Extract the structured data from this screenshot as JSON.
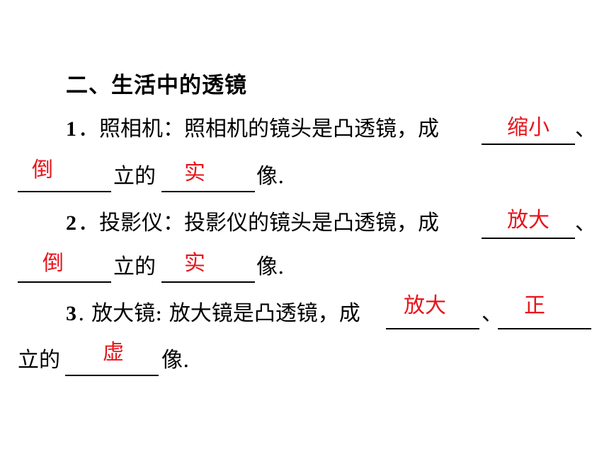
{
  "section_title": "二、生活中的透镜",
  "items": [
    {
      "number": "1",
      "line1": "．照相机：照相机的镜头是凸透镜，成",
      "sep": "、",
      "mid": "立的",
      "end": "像.",
      "answers": [
        "缩小",
        "倒",
        "实"
      ]
    },
    {
      "number": "2",
      "line1": "．投影仪：投影仪的镜头是凸透镜，成",
      "sep": "、",
      "mid": "立的",
      "end": "像.",
      "answers": [
        "放大",
        "倒",
        "实"
      ]
    },
    {
      "number": "3",
      "line1": ". 放大镜: 放大镜是凸透镜，成",
      "sep": "、",
      "mid": "立的",
      "end": "像.",
      "answers": [
        "放大",
        "正",
        "虚"
      ]
    }
  ],
  "colors": {
    "answer": "#e8141b",
    "text": "#000000"
  }
}
